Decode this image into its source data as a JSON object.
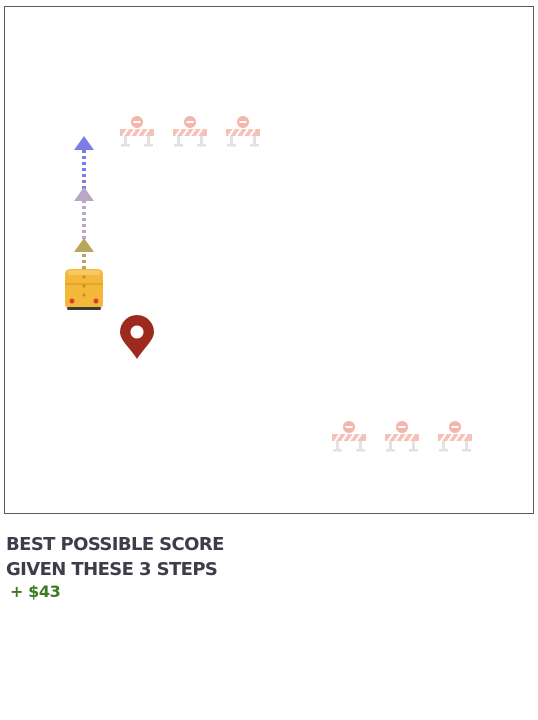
{
  "game": {
    "board": {
      "barricades": [
        {
          "icon": "barricade-icon"
        },
        {
          "icon": "barricade-icon"
        },
        {
          "icon": "barricade-icon"
        },
        {
          "icon": "barricade-icon"
        },
        {
          "icon": "barricade-icon"
        },
        {
          "icon": "barricade-icon"
        }
      ],
      "vehicle": {
        "icon": "school-bus-icon",
        "color": "#f3b73a"
      },
      "destination": {
        "icon": "map-pin-icon",
        "color": "#9e2a1f"
      },
      "planned_steps": [
        {
          "icon": "arrow-up-icon",
          "color": "#b9a65a"
        },
        {
          "icon": "arrow-up-icon",
          "color": "#b9a7c4"
        },
        {
          "icon": "arrow-up-icon",
          "color": "#7b7ce8"
        }
      ]
    },
    "score_panel": {
      "line1": "BEST POSSIBLE SCORE",
      "line2": "GIVEN THESE 3 STEPS",
      "value": "+ $43",
      "value_color": "#3f7a22"
    }
  }
}
